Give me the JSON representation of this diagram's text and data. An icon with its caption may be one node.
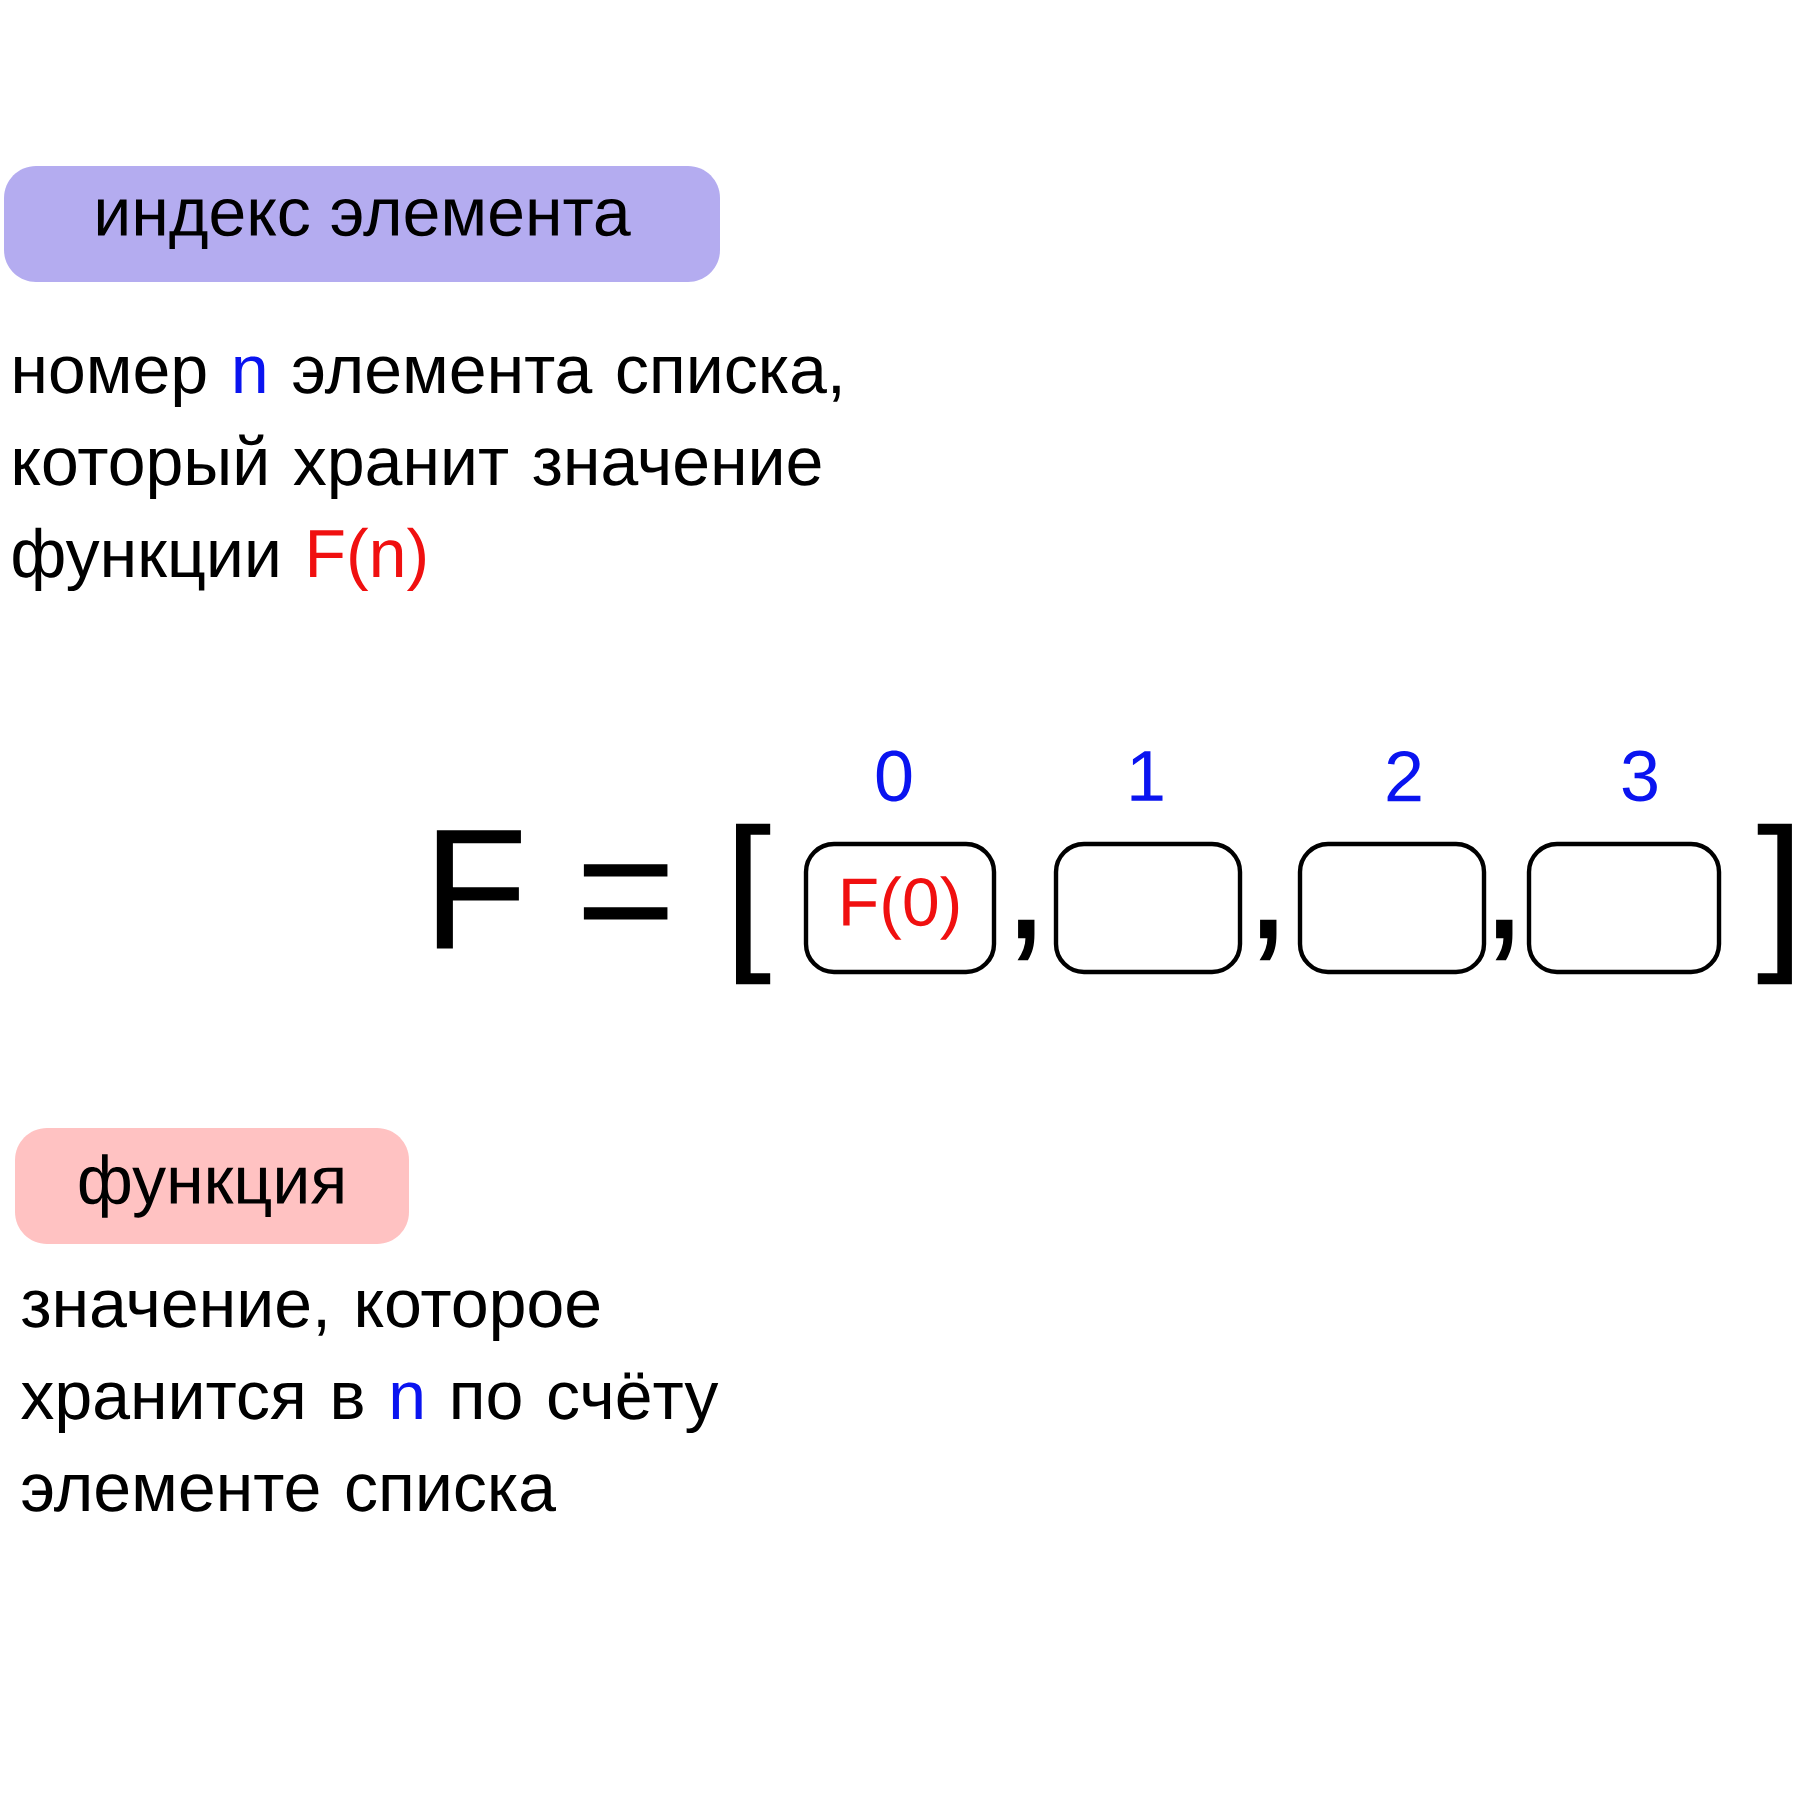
{
  "diagram": {
    "nodes": [
      {
        "text": [
          "индекс элемента"
        ]
      },
      {
        "text": [
          "функция"
        ]
      },
      {
        "text": [
          "F(0)"
        ]
      },
      {
        "text": [],
        "shape": "box"
      },
      {
        "text": [],
        "shape": "box"
      },
      {
        "text": [],
        "shape": "box"
      }
    ],
    "labels": [
      "номер",
      "n",
      "элемента списка, который хранит значение функции",
      "F(n)",
      "значение, которое хранится в",
      "n",
      "по счёту элементе списка",
      "F = [",
      ",",
      ",",
      ",",
      "]",
      "0",
      "1",
      "2",
      "3"
    ]
  }
}
